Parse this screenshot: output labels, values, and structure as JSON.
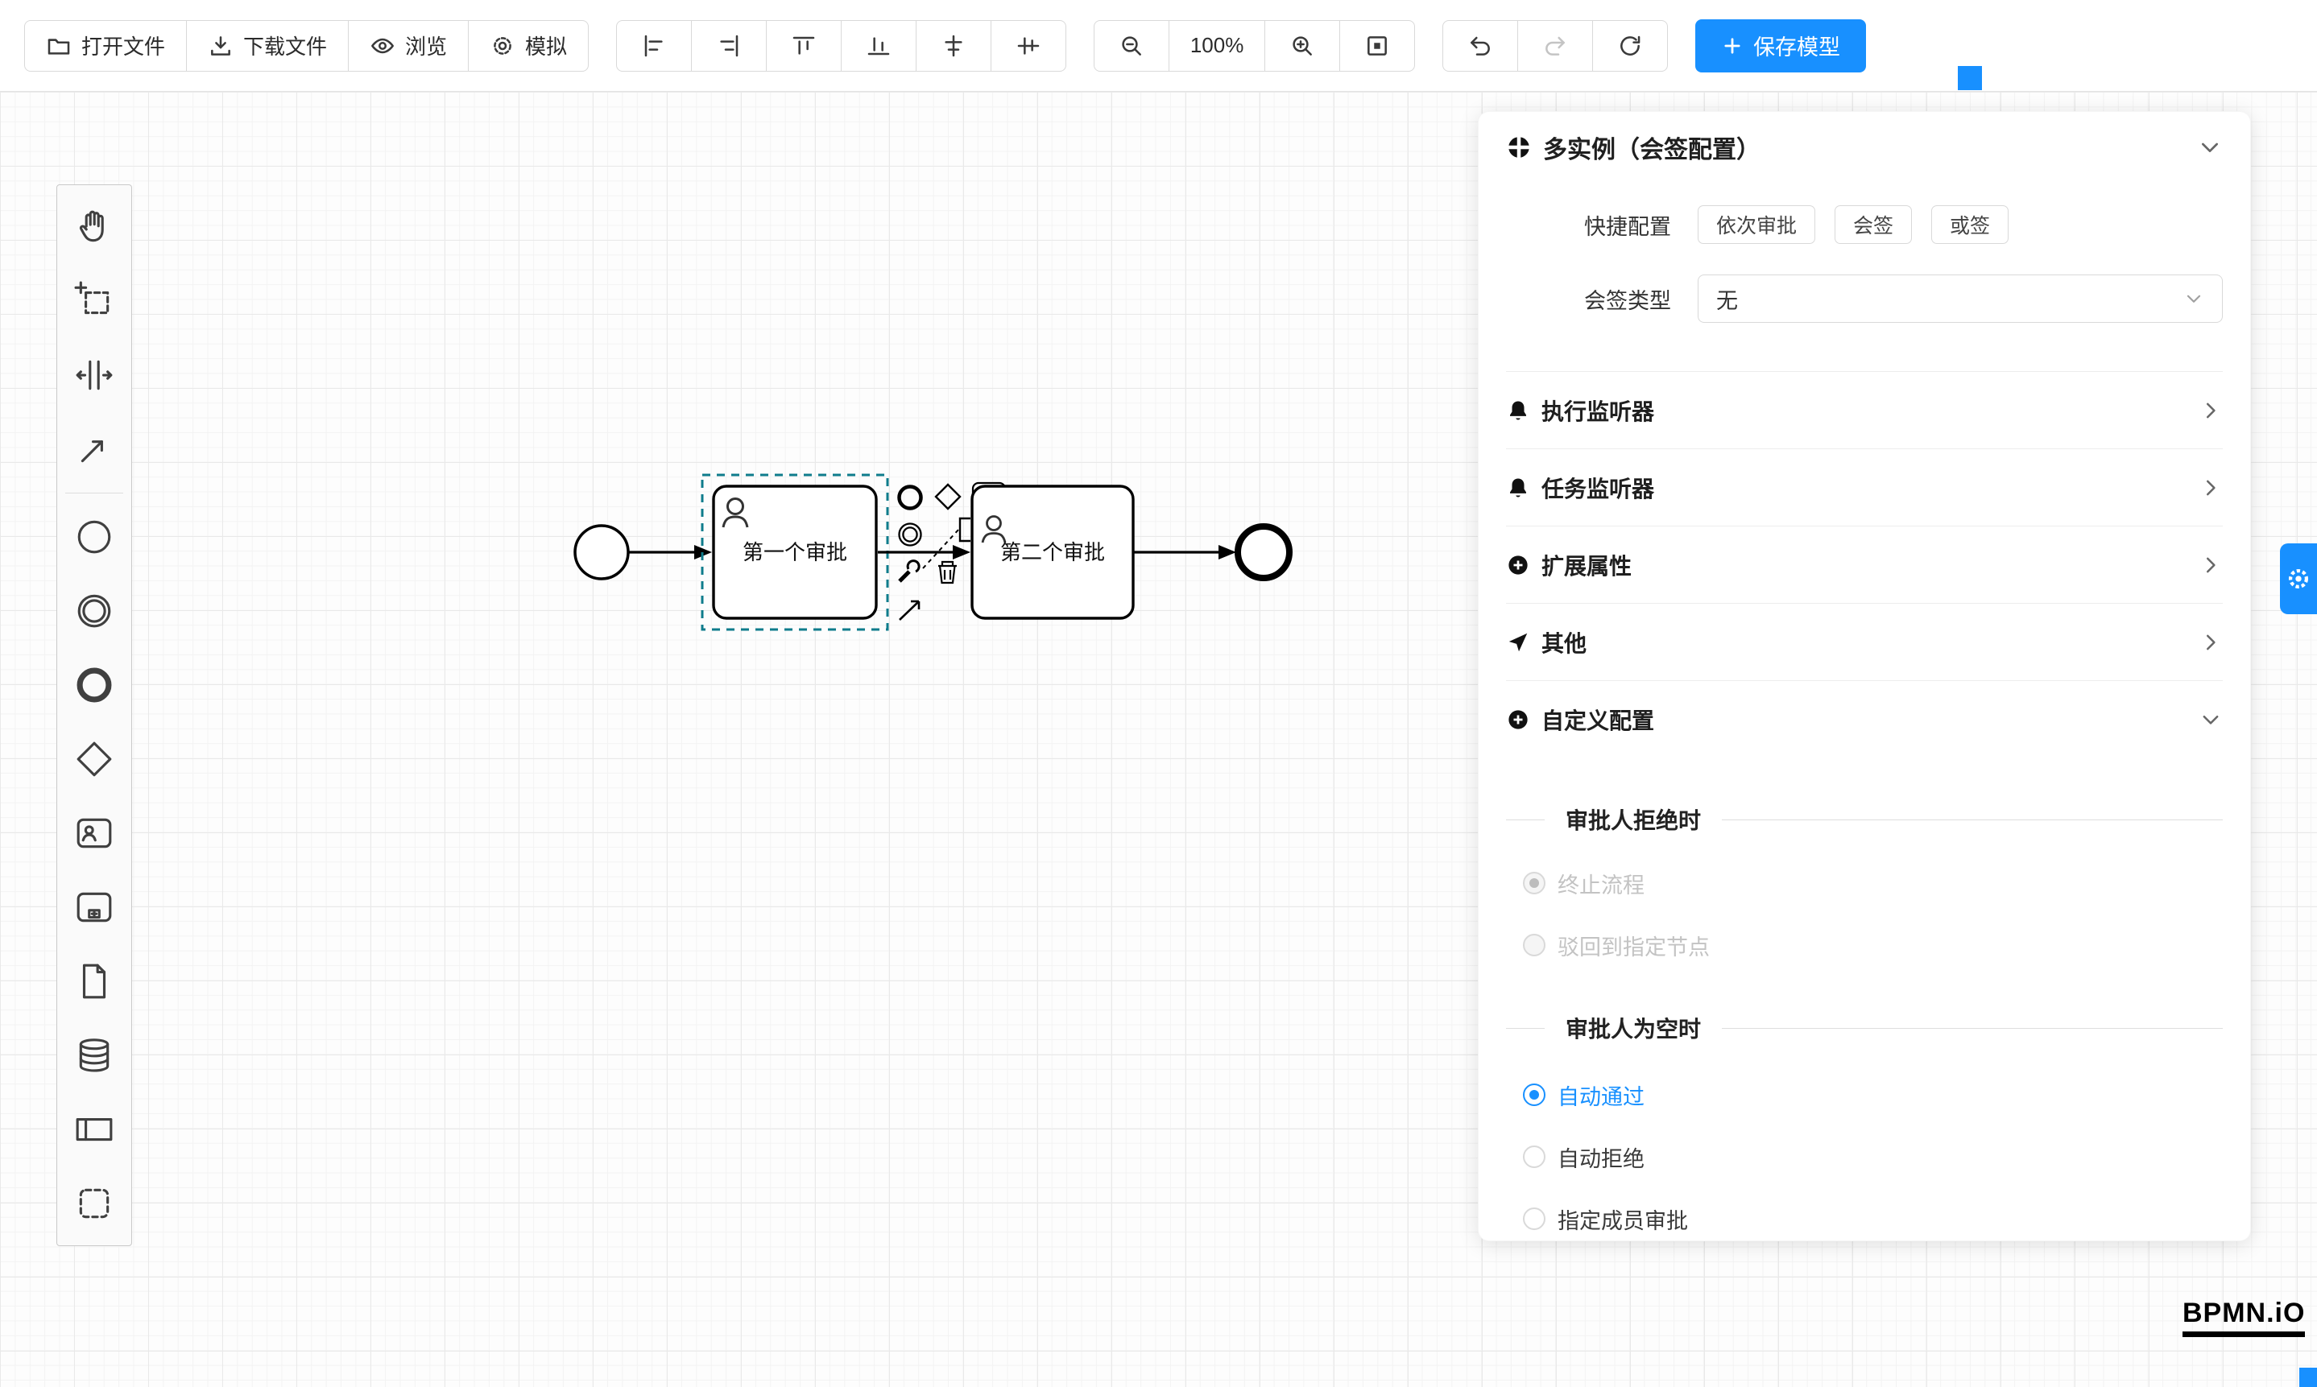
{
  "colors": {
    "accent": "#1890ff",
    "selection_outline": "#0e7c8c",
    "shape_stroke": "#000000",
    "panel_background": "#ffffff"
  },
  "toolbar": {
    "open": "打开文件",
    "download": "下载文件",
    "preview": "浏览",
    "simulate": "模拟",
    "align_tools": [
      "align-left",
      "align-right",
      "align-top",
      "align-bottom",
      "align-center-horizontal",
      "align-center-vertical"
    ],
    "zoom_level": "100%",
    "history_tools": [
      "undo",
      "redo",
      "restart"
    ],
    "save": "保存模型"
  },
  "palette": {
    "tools": [
      "hand-tool",
      "lasso-tool",
      "space-tool",
      "global-connect-tool",
      "start-event",
      "intermediate-event",
      "end-event",
      "gateway",
      "user-task",
      "subprocess",
      "data-object",
      "data-store",
      "participant",
      "group"
    ]
  },
  "diagram": {
    "tasks": [
      {
        "label": "第一个审批",
        "selected": true
      },
      {
        "label": "第二个审批",
        "selected": false
      }
    ],
    "events": [
      "start-event",
      "end-event"
    ],
    "context_pad": [
      "append-end-event",
      "append-gateway",
      "append-user-task",
      "append-intermediate-event",
      "append-text-annotation",
      "replace-wrench",
      "delete-trash",
      "connect-arrow"
    ]
  },
  "panel": {
    "title": "多实例（会签配置）",
    "quick_config_label": "快捷配置",
    "quick_options": [
      "依次审批",
      "会签",
      "或签"
    ],
    "type_label": "会签类型",
    "type_value": "无",
    "sections": [
      {
        "title": "执行监听器",
        "icon": "bell-icon",
        "state": "collapsed"
      },
      {
        "title": "任务监听器",
        "icon": "bell-icon",
        "state": "collapsed"
      },
      {
        "title": "扩展属性",
        "icon": "plus-circle-icon",
        "state": "collapsed"
      },
      {
        "title": "其他",
        "icon": "send-icon",
        "state": "collapsed"
      },
      {
        "title": "自定义配置",
        "icon": "plus-circle-icon",
        "state": "expanded"
      }
    ],
    "reject": {
      "title": "审批人拒绝时",
      "options": [
        {
          "label": "终止流程",
          "checked": true,
          "disabled": true
        },
        {
          "label": "驳回到指定节点",
          "checked": false,
          "disabled": true
        }
      ]
    },
    "empty": {
      "title": "审批人为空时",
      "options": [
        {
          "label": "自动通过",
          "checked": true,
          "disabled": false
        },
        {
          "label": "自动拒绝",
          "checked": false,
          "disabled": false
        },
        {
          "label": "指定成员审批",
          "checked": false,
          "disabled": false
        }
      ]
    }
  },
  "logo": {
    "text": "BPMN.iO"
  }
}
